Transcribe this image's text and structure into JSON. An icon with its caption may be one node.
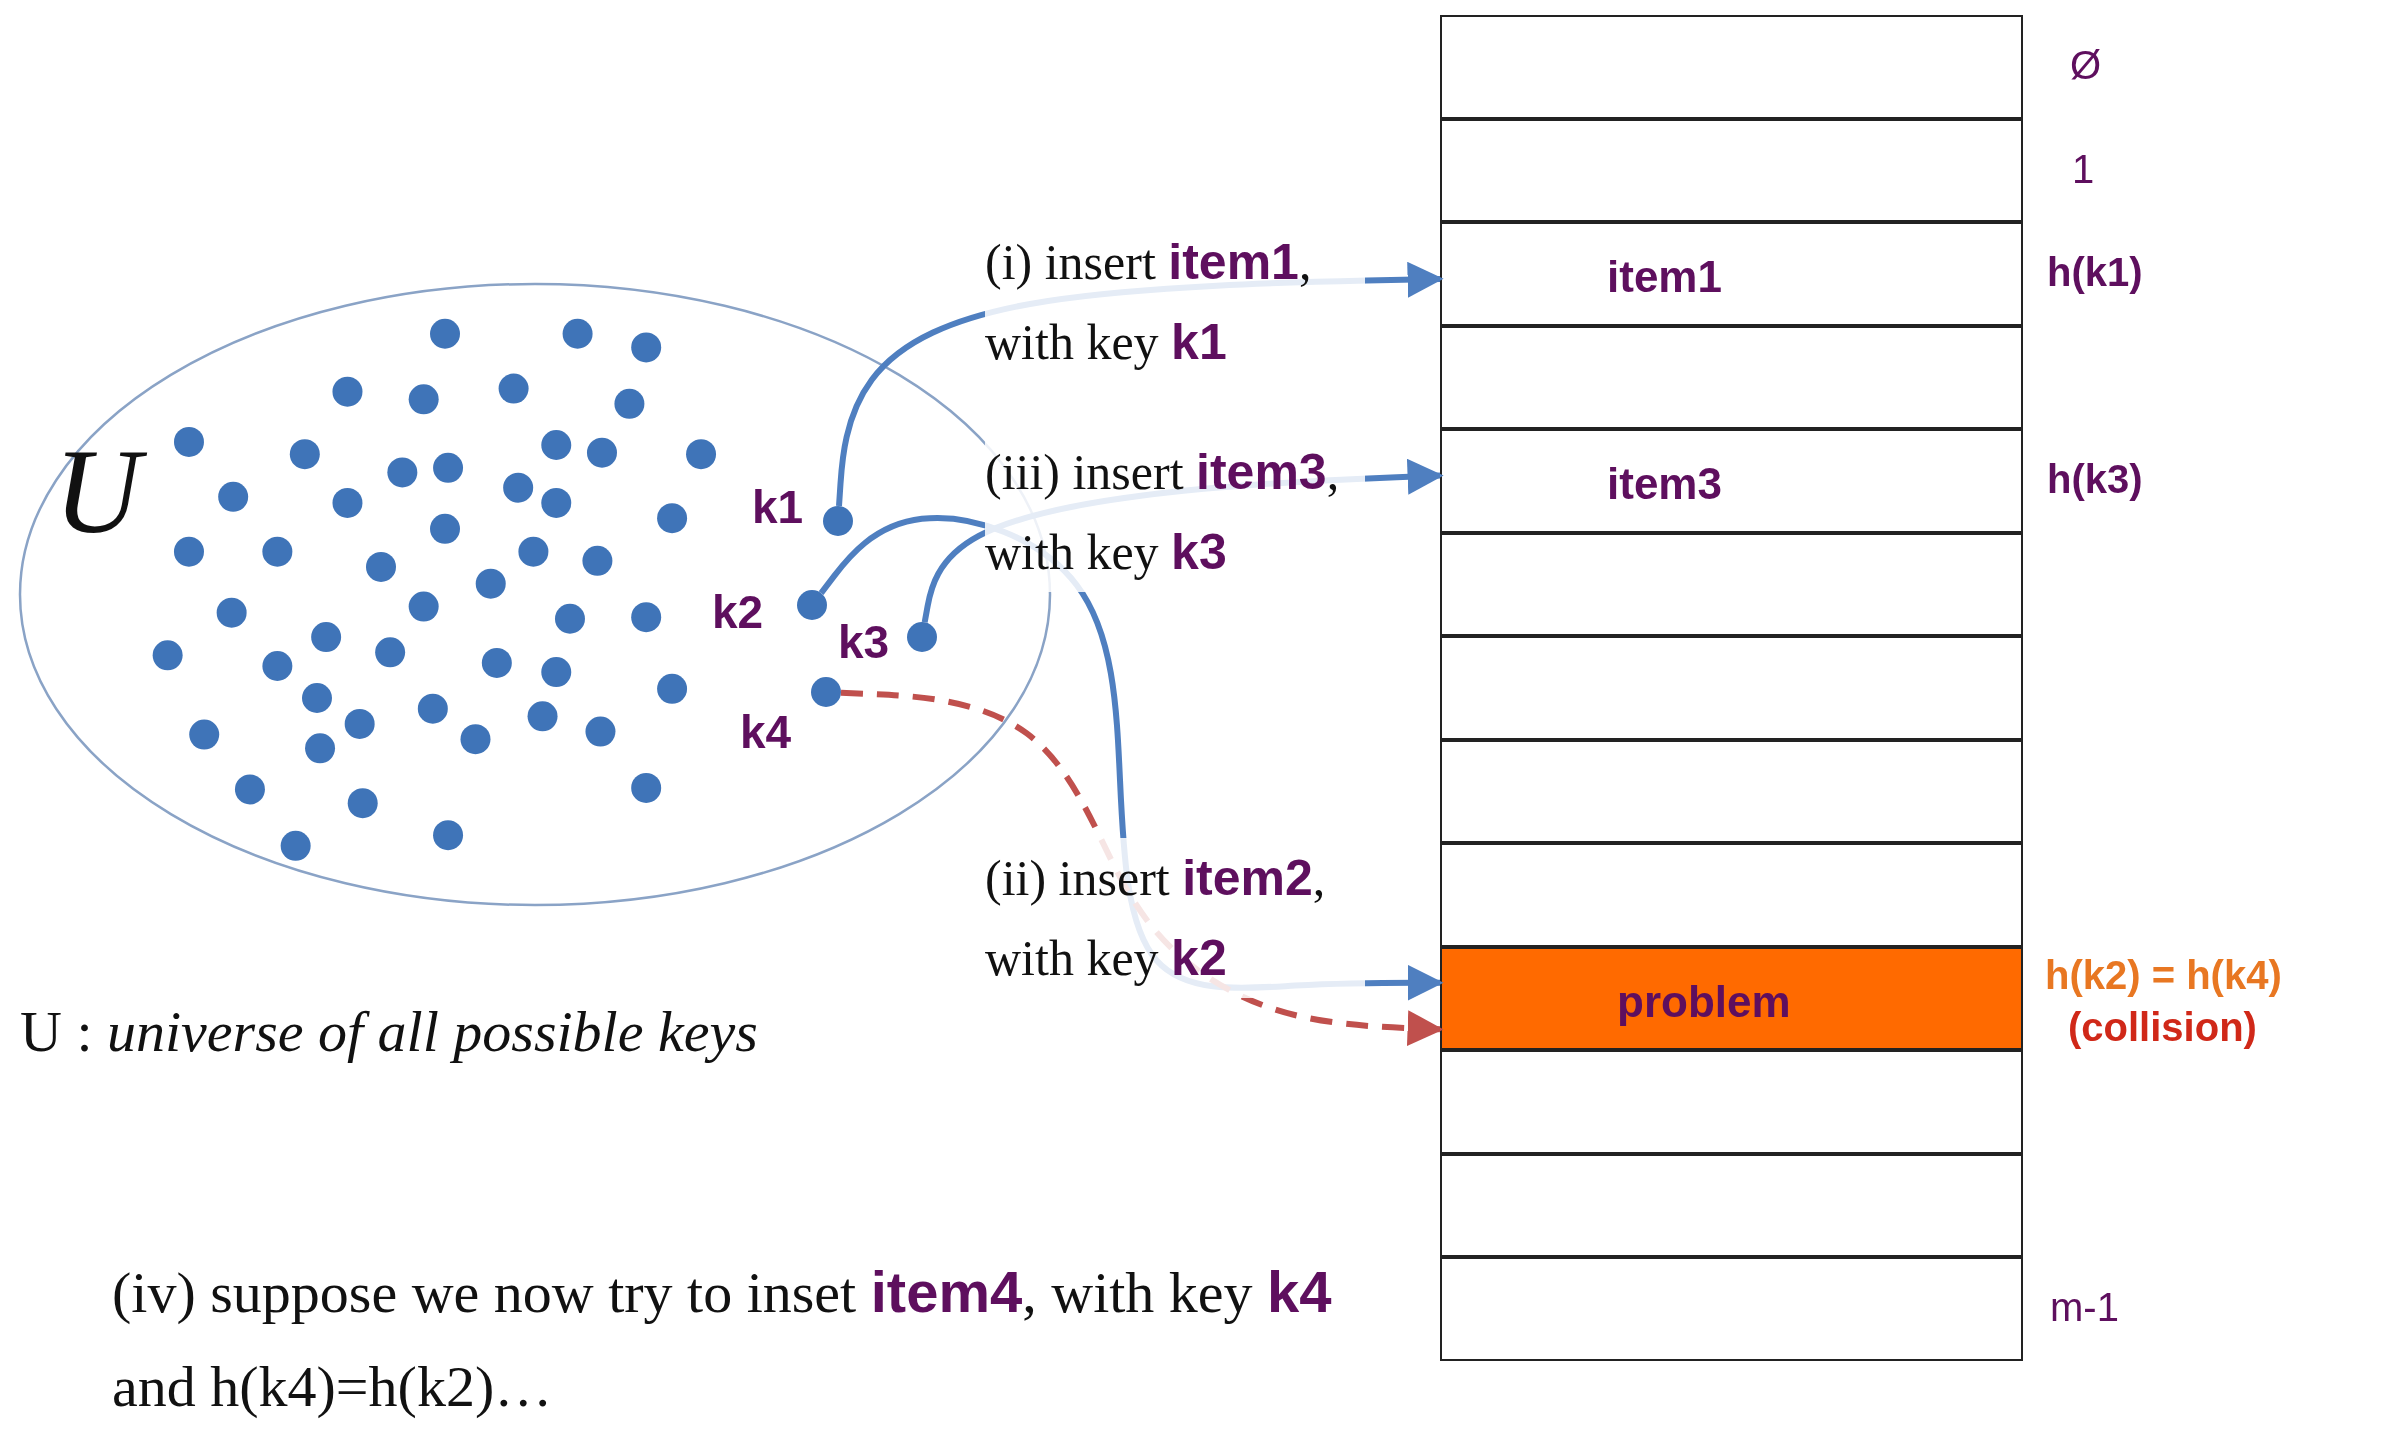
{
  "diagram": {
    "nodes": [
      {
        "text": [
          "U"
        ]
      },
      {
        "text": [],
        "shape": "circle",
        "beside": [
          "k1"
        ],
        "in": 0
      },
      {
        "text": [],
        "shape": "circle",
        "beside": [
          "k2"
        ],
        "in": 0
      },
      {
        "text": [],
        "shape": "circle",
        "beside": [
          "k3"
        ],
        "in": 0
      },
      {
        "text": [],
        "shape": "circle",
        "beside": [
          "k4"
        ],
        "in": 0
      },
      {
        "text": [],
        "shape": "box",
        "beside": [
          "Ø"
        ]
      },
      {
        "text": [],
        "shape": "box",
        "beside": [
          "1"
        ]
      },
      {
        "text": [
          "item1"
        ],
        "beside": [
          "h(k1)"
        ]
      },
      {
        "text": [],
        "shape": "box"
      },
      {
        "text": [
          "item3"
        ],
        "beside": [
          "h(k3)"
        ]
      },
      {
        "text": [],
        "shape": "box"
      },
      {
        "text": [],
        "shape": "box"
      },
      {
        "text": [],
        "shape": "box"
      },
      {
        "text": [],
        "shape": "box"
      },
      {
        "text": [
          "problem"
        ],
        "beside": [
          "h(k2) = h(k4)",
          "(collision)"
        ]
      },
      {
        "text": [],
        "shape": "box"
      },
      {
        "text": [],
        "shape": "box"
      },
      {
        "text": [],
        "shape": "box",
        "beside": [
          "m-1"
        ]
      }
    ],
    "edges": [
      {
        "from": 1,
        "to": 7,
        "arrow": "to",
        "label": "(i) insert **item1**, with key **k1**"
      },
      {
        "from": 3,
        "to": 9,
        "arrow": "to",
        "label": "(iii) insert **item3**, with key **k3**"
      },
      {
        "from": 2,
        "to": 14,
        "arrow": "to",
        "label": "(ii) insert **item2**, with key **k2**"
      },
      {
        "from": 4,
        "to": 14,
        "arrow": "to",
        "style": "dashed",
        "color": "#c0504d"
      }
    ],
    "labels": [
      "U : *universe of all possible keys*",
      "(iv) suppose we now try to inset **item4**, with key **k4** and h(k4)=h(k2)…"
    ]
  }
}
